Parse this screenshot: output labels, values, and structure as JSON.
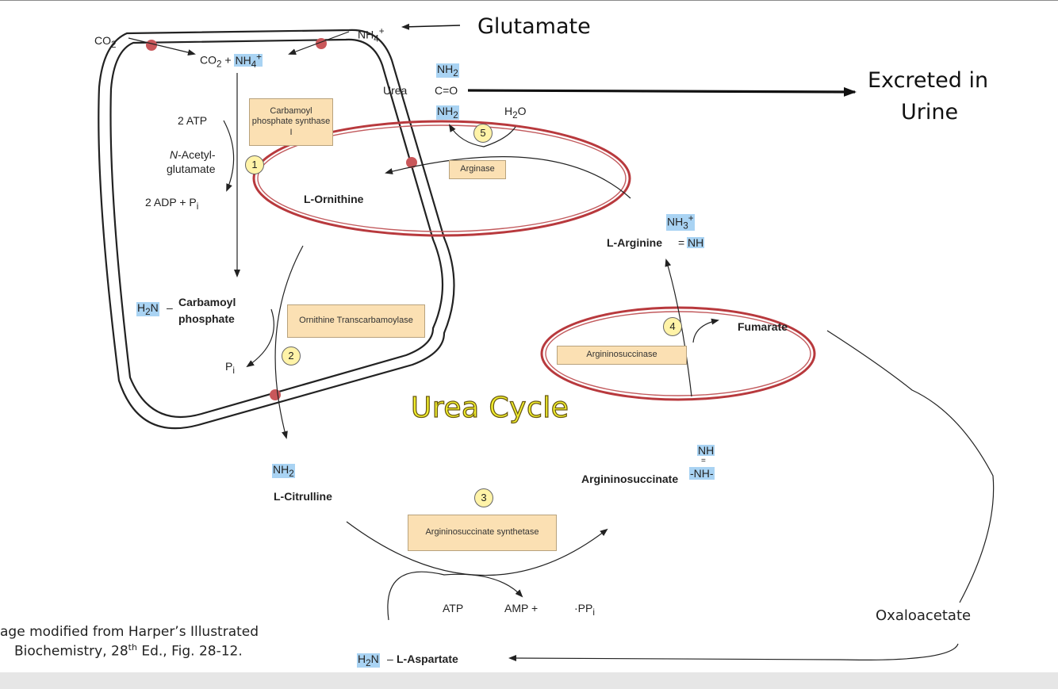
{
  "labels": {
    "glutamate": "Glutamate",
    "excreted_in_urine_line1": "Excreted in",
    "excreted_in_urine_line2": "Urine",
    "co2_left": "CO",
    "co2_sub": "2",
    "nh4_top": "NH",
    "nh4_sub": "4",
    "nh4_sup": "+",
    "co2_plus_nh4_co2": "CO",
    "co2_plus_nh4_plus": " + ",
    "co2_plus_nh4_nh4": "NH",
    "urea": "Urea",
    "urea_c": "C",
    "urea_eq_o": "=O",
    "nh2": "NH",
    "nh2_sub": "2",
    "h2o_h": "H",
    "h2o_sub": "2",
    "h2o_o": "O",
    "atp_2": "2 ATP",
    "n_acetyl": "N",
    "n_acetyl_rest": "-Acetyl-",
    "glutamate_small": "glutamate",
    "adp": "2 ADP + P",
    "adp_sub": "i",
    "ornithine": "L-Ornithine",
    "arginine": "L-Arginine",
    "arginine_nh3": "NH",
    "arginine_nh3_sub": "3",
    "arginine_nh3_sup": "+",
    "arginine_nh": "NH",
    "h2n": "H",
    "h2n_sub": "2",
    "h2n_n": "N",
    "carbamoyl_1": "Carbamoyl",
    "carbamoyl_2": "phosphate",
    "pi": "P",
    "pi_sub": "i",
    "fumarate": "Fumarate",
    "urea_cycle": "Urea Cycle",
    "citrulline": "L-Citrulline",
    "argininosuccinate": "Argininosuccinate",
    "argsucc_nh_top": "NH",
    "argsucc_nh_side": "-NH-",
    "atp": "ATP",
    "amp": "AMP +",
    "ppi": "PP",
    "ppi_sub": "i",
    "oxaloacetate": "Oxaloacetate",
    "aspartate": "L-Aspartate",
    "credit_line1": "age modified from Harper’s Illustrated",
    "credit_line2_a": "Biochemistry, 28",
    "credit_sup": "th",
    "credit_line2_b": " Ed., Fig. 28-12."
  },
  "enzymes": {
    "cps": "Carbamoyl phosphate synthase I",
    "arginase": "Arginase",
    "otc": "Ornithine Transcarbamoylase",
    "argsuccinase": "Argininosuccinase",
    "ass": "Argininosuccinate synthetase"
  },
  "steps": [
    "1",
    "2",
    "3",
    "4",
    "5"
  ],
  "colors": {
    "highlight": "#a9d3f3",
    "enzyme_box": "#fbe0b3",
    "step_circle": "#fff3a8",
    "transporter": "#c9575a",
    "emphasis_ring": "#b8393d",
    "urea_cycle_title": "#f2ef2c"
  }
}
